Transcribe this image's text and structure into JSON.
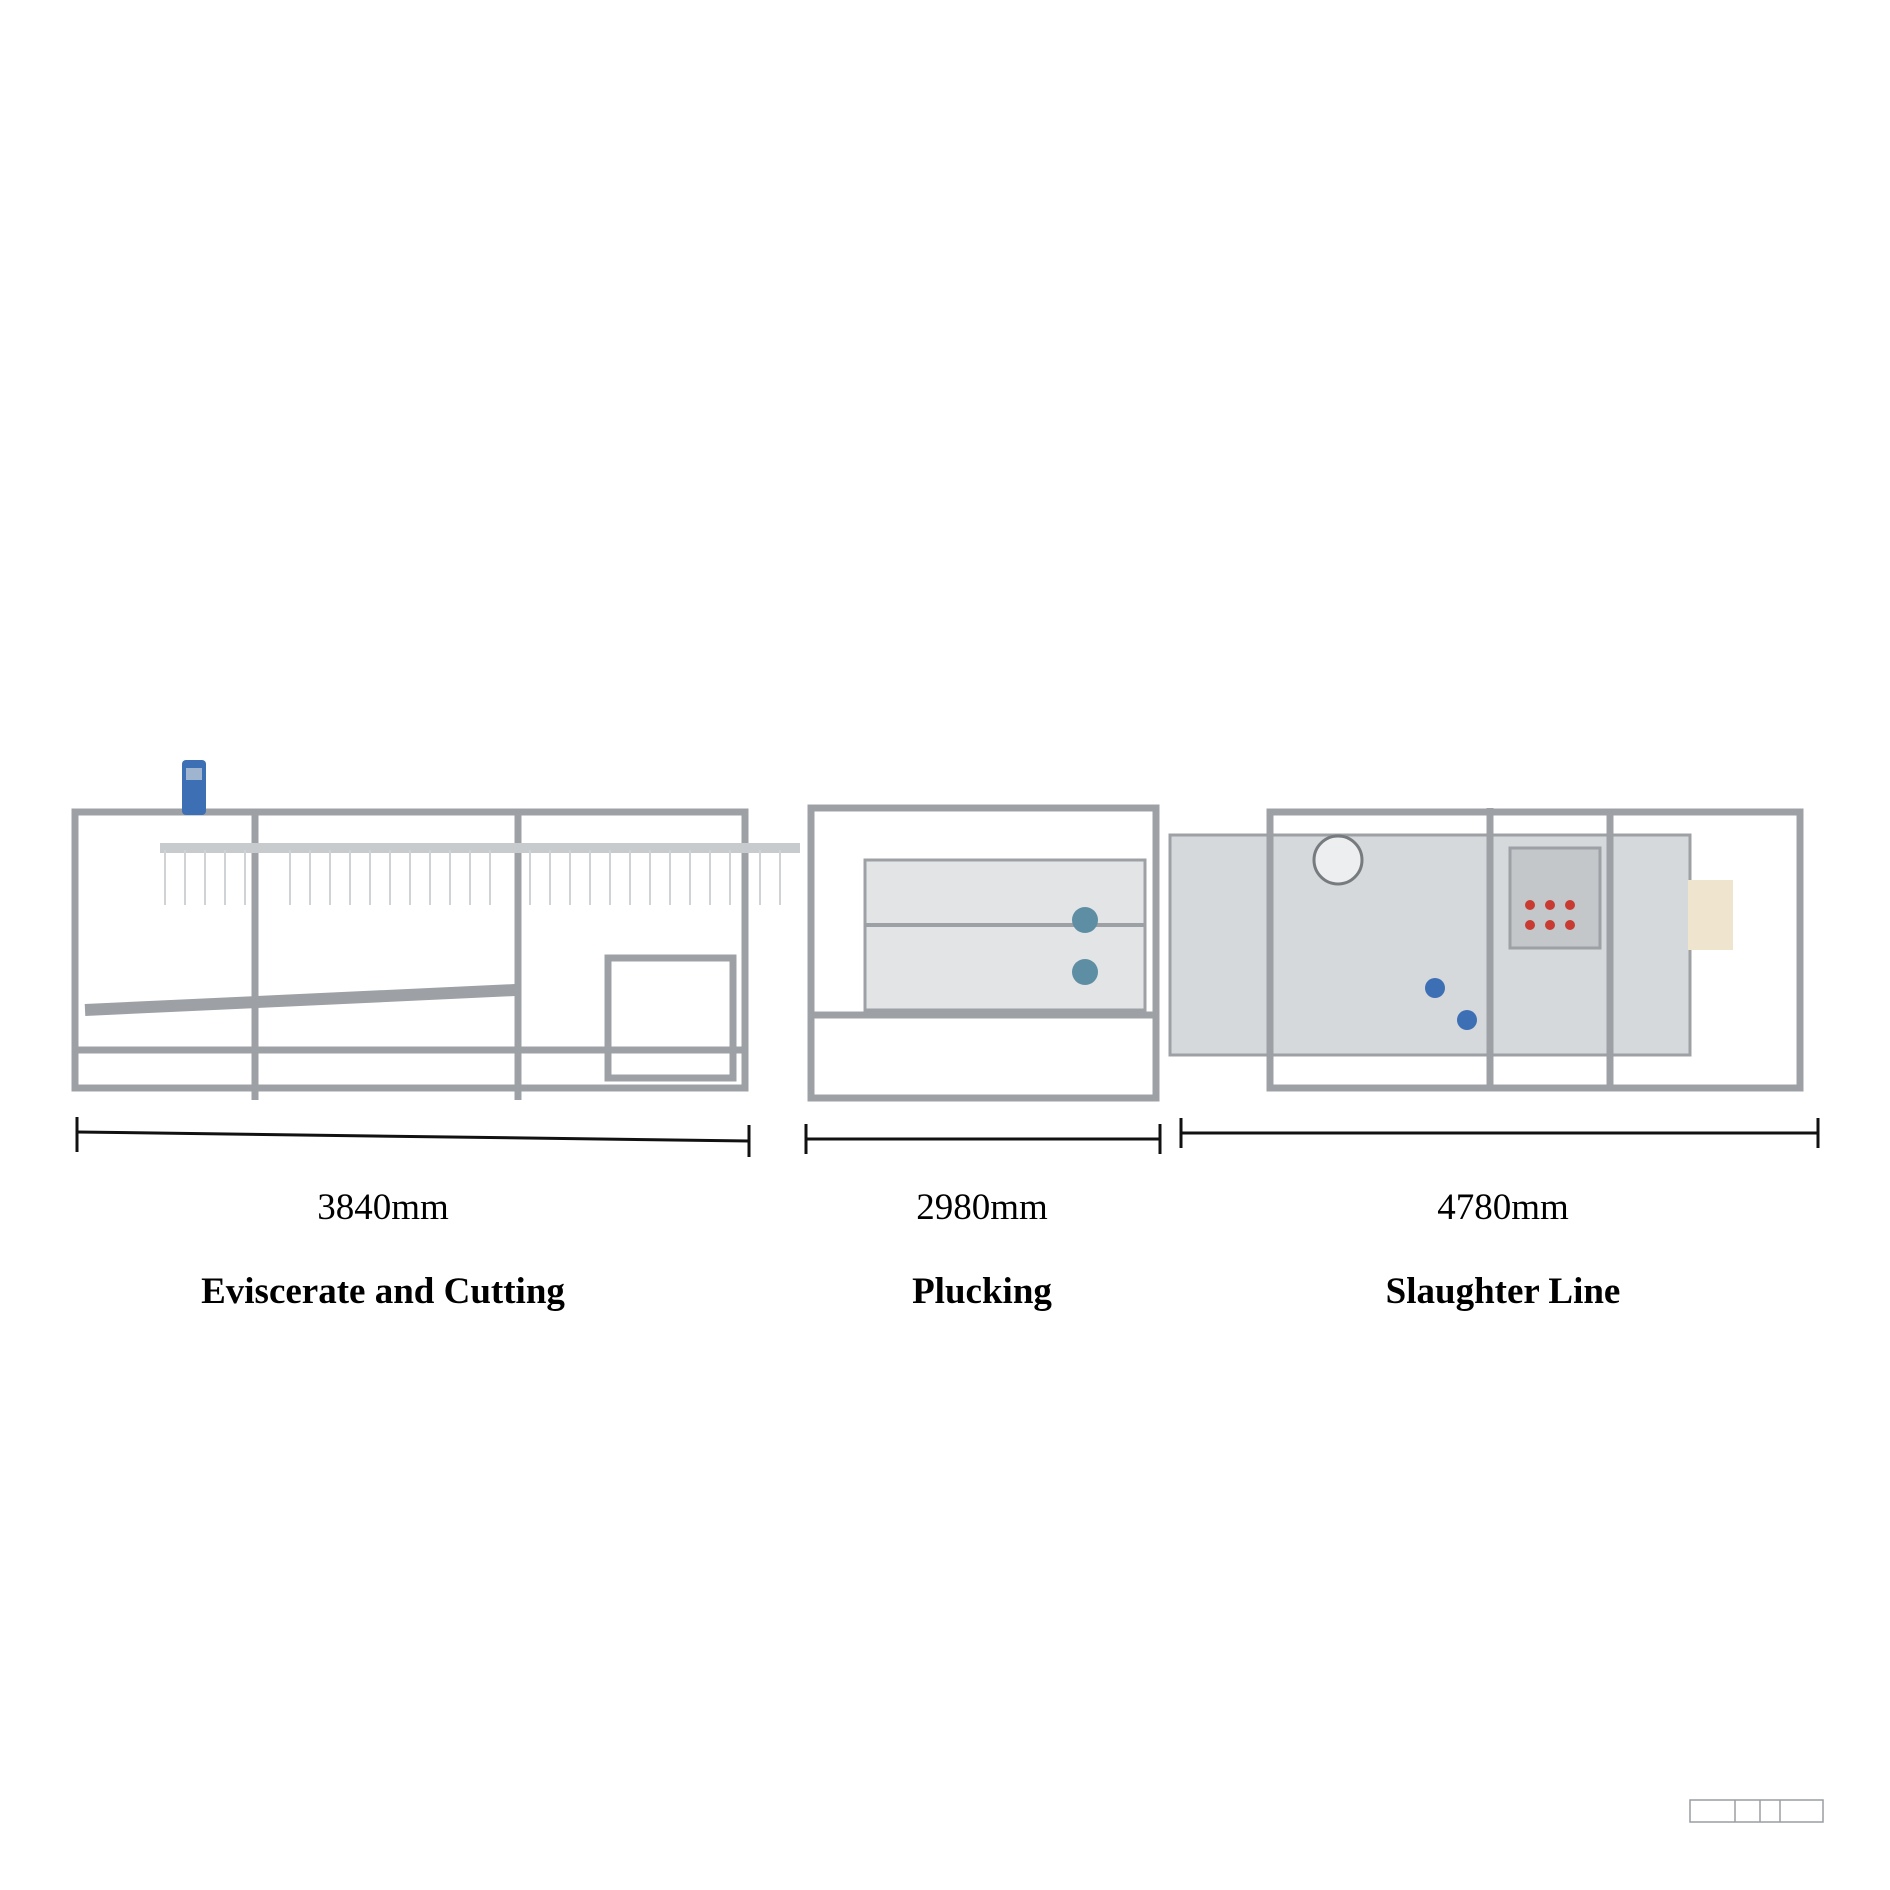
{
  "sections": [
    {
      "dimension": "3840mm",
      "title": "Eviscerate and Cutting"
    },
    {
      "dimension": "2980mm",
      "title": "Plucking"
    },
    {
      "dimension": "4780mm",
      "title": "Slaughter Line"
    }
  ],
  "colors": {
    "steel": "#b9bcbf",
    "steel_dark": "#7d8286",
    "motor": "#3d6fb5",
    "panel": "#cfd2d4"
  }
}
